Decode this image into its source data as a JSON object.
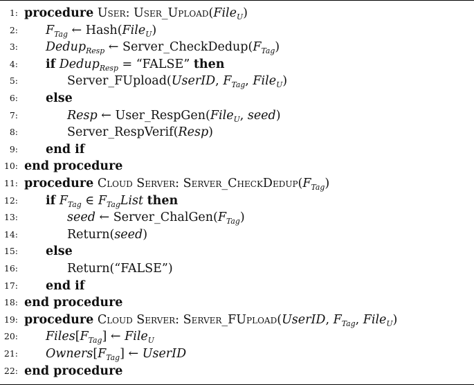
{
  "lines": [
    {
      "n": "1:",
      "indent": 0,
      "html": "<span class='kw'>procedure</span> <span class='sc'>User</span>: <span class='sc'>User_Upload</span>(<span class='it'>File</span><sub class='it'>U</sub>)"
    },
    {
      "n": "2:",
      "indent": 1,
      "html": "<span class='it'>F</span><sub class='it'>Tag</sub> ← Hash(<span class='it'>File</span><sub class='it'>U</sub>)"
    },
    {
      "n": "3:",
      "indent": 1,
      "html": "<span class='it'>Dedup</span><sub class='it'>Resp</sub> ← Server_CheckDedup(<span class='it'>F</span><sub class='it'>Tag</sub>)"
    },
    {
      "n": "4:",
      "indent": 1,
      "html": "<span class='kw'>if</span> <span class='it'>Dedup</span><sub class='it'>Resp</sub> = “FALSE” <span class='kw'>then</span>"
    },
    {
      "n": "5:",
      "indent": 2,
      "html": "Server_FUpload(<span class='it'>UserID</span>, <span class='it'>F</span><sub class='it'>Tag</sub>, <span class='it'>File</span><sub class='it'>U</sub>)"
    },
    {
      "n": "6:",
      "indent": 1,
      "html": "<span class='kw'>else</span>"
    },
    {
      "n": "7:",
      "indent": 2,
      "html": "<span class='it'>Resp</span> ← User_RespGen(<span class='it'>File</span><sub class='it'>U</sub>, <span class='it'>seed</span>)"
    },
    {
      "n": "8:",
      "indent": 2,
      "html": "Server_RespVerif(<span class='it'>Resp</span>)"
    },
    {
      "n": "9:",
      "indent": 1,
      "html": "<span class='kw'>end if</span>"
    },
    {
      "n": "10:",
      "indent": 0,
      "html": "<span class='kw'>end procedure</span>"
    },
    {
      "n": "11:",
      "indent": 0,
      "html": "<span class='kw'>procedure</span> <span class='sc'>Cloud Server</span>: <span class='sc'>Server_CheckDedup</span>(<span class='it'>F</span><sub class='it'>Tag</sub>)"
    },
    {
      "n": "12:",
      "indent": 1,
      "html": "<span class='kw'>if</span> <span class='it'>F</span><sub class='it'>Tag</sub> ∈ <span class='it'>F</span><sub class='it'>Tag</sub><span class='it'>List</span> <span class='kw'>then</span>"
    },
    {
      "n": "13:",
      "indent": 2,
      "html": "<span class='it'>seed</span> ← Server_ChalGen(<span class='it'>F</span><sub class='it'>Tag</sub>)"
    },
    {
      "n": "14:",
      "indent": 2,
      "html": "Return(<span class='it'>seed</span>)"
    },
    {
      "n": "15:",
      "indent": 1,
      "html": "<span class='kw'>else</span>"
    },
    {
      "n": "16:",
      "indent": 2,
      "html": "Return(“FALSE”)"
    },
    {
      "n": "17:",
      "indent": 1,
      "html": "<span class='kw'>end if</span>"
    },
    {
      "n": "18:",
      "indent": 0,
      "html": "<span class='kw'>end procedure</span>"
    },
    {
      "n": "19:",
      "indent": 0,
      "html": "<span class='kw'>procedure</span> <span class='sc'>Cloud Server</span>: <span class='sc'>Server_FUpload</span>(<span class='it'>UserID</span>, <span class='it'>F</span><sub class='it'>Tag</sub>, <span class='it'>File</span><sub class='it'>U</sub>)"
    },
    {
      "n": "20:",
      "indent": 1,
      "html": "<span class='it'>Files</span>[<span class='it'>F</span><sub class='it'>Tag</sub>] ← <span class='it'>File</span><sub class='it'>U</sub>"
    },
    {
      "n": "21:",
      "indent": 1,
      "html": "<span class='it'>Owners</span>[<span class='it'>F</span><sub class='it'>Tag</sub>] ← <span class='it'>UserID</span>"
    },
    {
      "n": "22:",
      "indent": 0,
      "html": "<span class='kw'>end procedure</span>"
    }
  ]
}
